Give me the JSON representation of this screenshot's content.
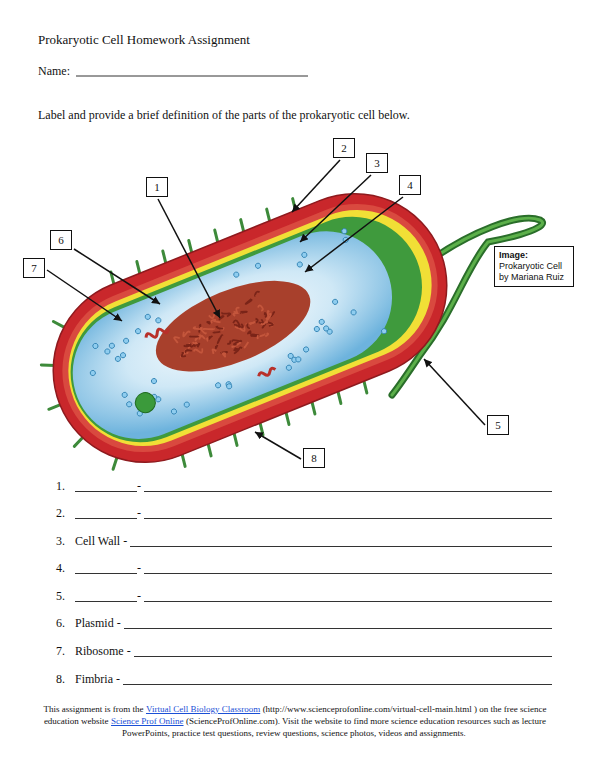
{
  "diagram": {
    "title": "Prokaryotic Cell Homework Assignment",
    "nodes": [
      {
        "text": [
          "2"
        ]
      },
      {
        "text": [
          "3"
        ]
      },
      {
        "text": [
          "1"
        ]
      },
      {
        "text": [
          "4"
        ]
      },
      {
        "text": [
          "6"
        ]
      },
      {
        "text": [
          "7"
        ]
      },
      {
        "text": [
          "Image:",
          "Prokaryotic Cell by Mariana Ruiz"
        ]
      },
      {
        "text": [
          "5"
        ]
      },
      {
        "text": [
          "8"
        ]
      }
    ],
    "labels": [
      "Name:",
      "Label and provide a brief definition of the parts of the prokaryotic cell below.",
      "1.",
      "-",
      "2.",
      "-",
      "3.",
      "Cell Wall -",
      "4.",
      "-",
      "5.",
      "-",
      "6.",
      "Plasmid -",
      "7.",
      "Ribosome -",
      "8.",
      "Fimbria -",
      "This assignment is from the",
      "Virtual Cell Biology Classroom",
      "(http://www.scienceprofonline.com/virtual-cell-main.html ) on the free science education website",
      "Science Prof Online",
      "(ScienceProfOnline.com). Visit the website to find more science education resources such as lecture PowerPoints, practice test questions, review questions, science photos, videos and assignments."
    ]
  }
}
